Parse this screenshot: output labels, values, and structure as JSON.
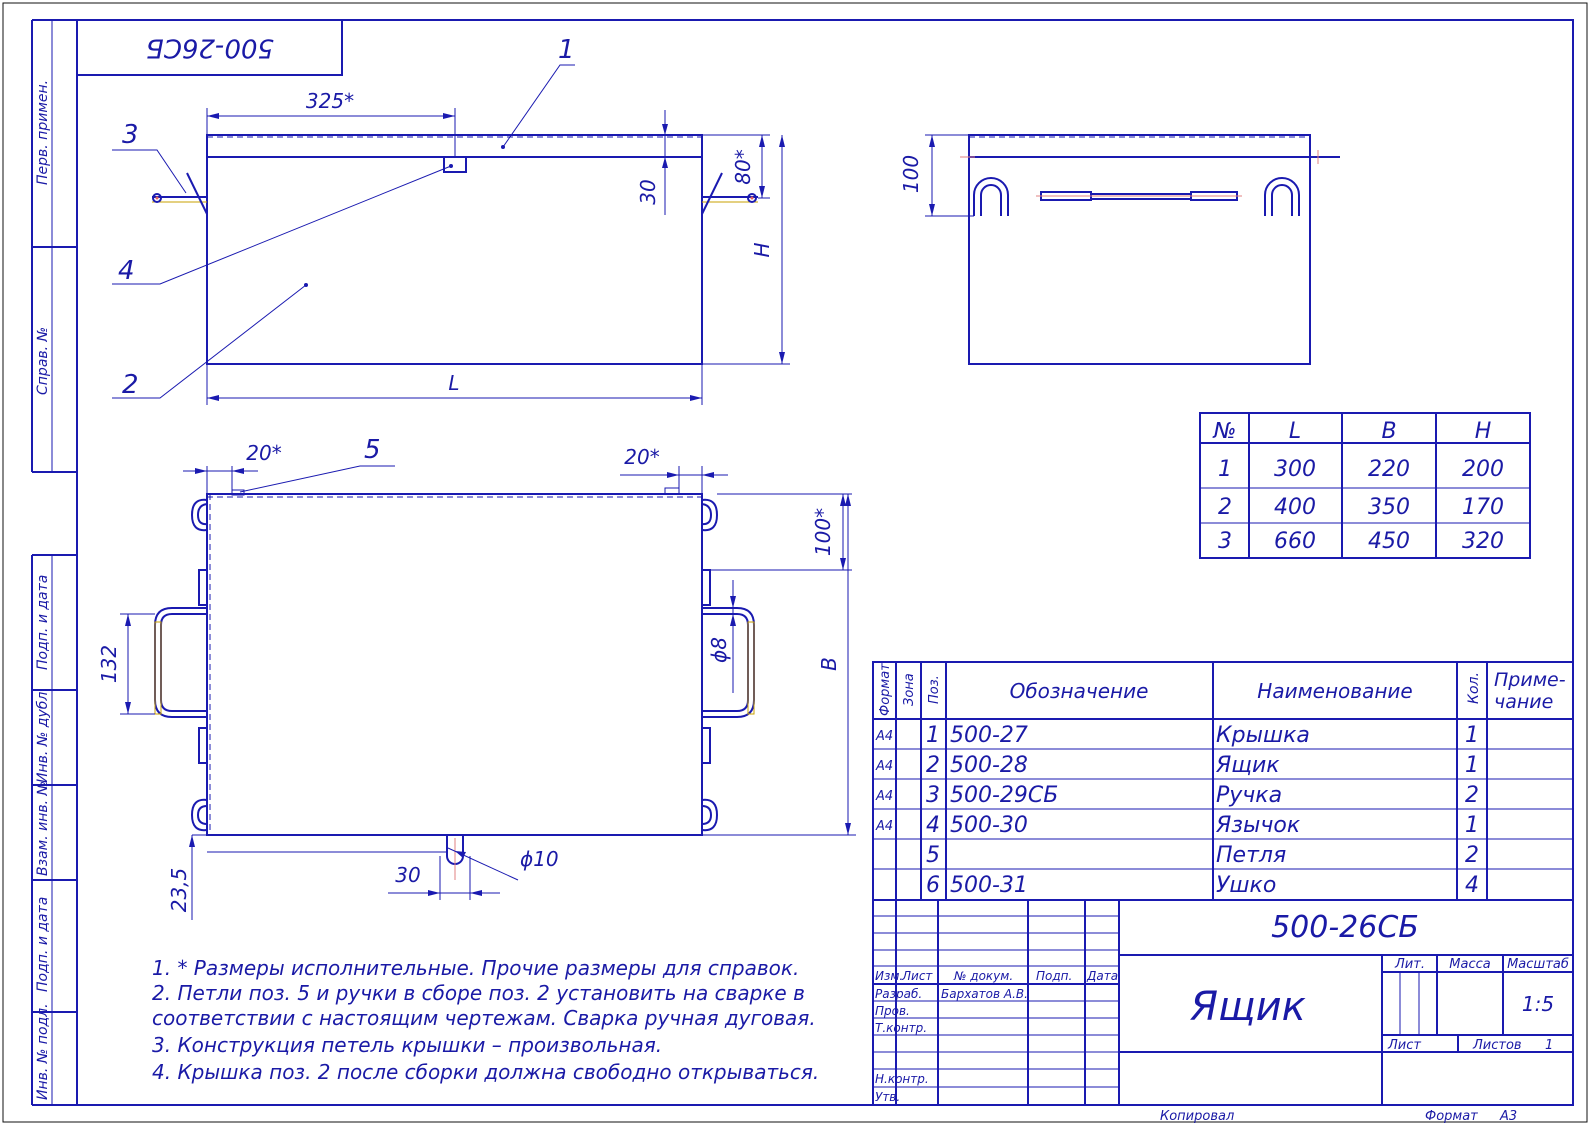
{
  "title_block": {
    "designation": "500-26СБ",
    "designation_mirror": "500-26СБ",
    "name": "Ящик",
    "scale": "1:5",
    "sheet_label": "Лист",
    "sheets_label": "Листов",
    "sheets_count": "1",
    "lit_label": "Лит.",
    "mass_label": "Масса",
    "scale_label": "Масштаб",
    "copied_label": "Копировал",
    "format_label": "Формат",
    "format_value": "А3",
    "sign_header": [
      "Изм.",
      "Лист",
      "№ докум.",
      "Подп.",
      "Дата"
    ],
    "roles": [
      "Разраб.",
      "Пров.",
      "Т.контр.",
      "Н.контр.",
      "Утв."
    ],
    "developer": "Бархатов А.В."
  },
  "side_margin": {
    "labels": [
      "Перв. примен.",
      "Справ. №",
      "Подп. и дата",
      "Инв. № дубл.",
      "Взам. инв. №",
      "Подп. и дата",
      "Инв. № подл."
    ]
  },
  "spec_table": {
    "headers": {
      "format": "Формат",
      "zone": "Зона",
      "pos": "Поз.",
      "designation": "Обозначение",
      "name": "Наименование",
      "qty": "Кол.",
      "note1": "Приме-",
      "note2": "чание"
    },
    "rows": [
      {
        "format": "А4",
        "pos": "1",
        "designation": "500-27",
        "name": "Крышка",
        "qty": "1"
      },
      {
        "format": "А4",
        "pos": "2",
        "designation": "500-28",
        "name": "Ящик",
        "qty": "1"
      },
      {
        "format": "А4",
        "pos": "3",
        "designation": "500-29СБ",
        "name": "Ручка",
        "qty": "2"
      },
      {
        "format": "А4",
        "pos": "4",
        "designation": "500-30",
        "name": "Язычок",
        "qty": "1"
      },
      {
        "format": "",
        "pos": "5",
        "designation": "",
        "name": "Петля",
        "qty": "2"
      },
      {
        "format": "",
        "pos": "6",
        "designation": "500-31",
        "name": "Ушко",
        "qty": "4"
      }
    ]
  },
  "size_table": {
    "headers": [
      "№",
      "L",
      "B",
      "H"
    ],
    "rows": [
      [
        "1",
        "300",
        "220",
        "200"
      ],
      [
        "2",
        "400",
        "350",
        "170"
      ],
      [
        "3",
        "660",
        "450",
        "320"
      ]
    ]
  },
  "notes": [
    "1.  * Размеры исполнительные. Прочие размеры для справок.",
    "2. Петли поз. 5 и ручки в сборе поз. 2 установить на сварке в",
    "соответствии с настоящим чертежам. Сварка ручная дуговая.",
    "3. Конструкция петель крышки – произвольная.",
    "4. Крышка поз. 2 после сборки должна свободно открываться."
  ],
  "dimensions": {
    "d325": "325*",
    "d30": "30",
    "d80": "80*",
    "dH": "H",
    "dL": "L",
    "d100_side": "100",
    "d20a": "20*",
    "d20b": "20*",
    "d100_plan": "100*",
    "dB": "B",
    "d132": "132",
    "d8": "ϕ8",
    "d10": "ϕ10",
    "d30b": "30",
    "d23": "23,5"
  },
  "callouts": [
    "1",
    "2",
    "3",
    "4",
    "5"
  ]
}
